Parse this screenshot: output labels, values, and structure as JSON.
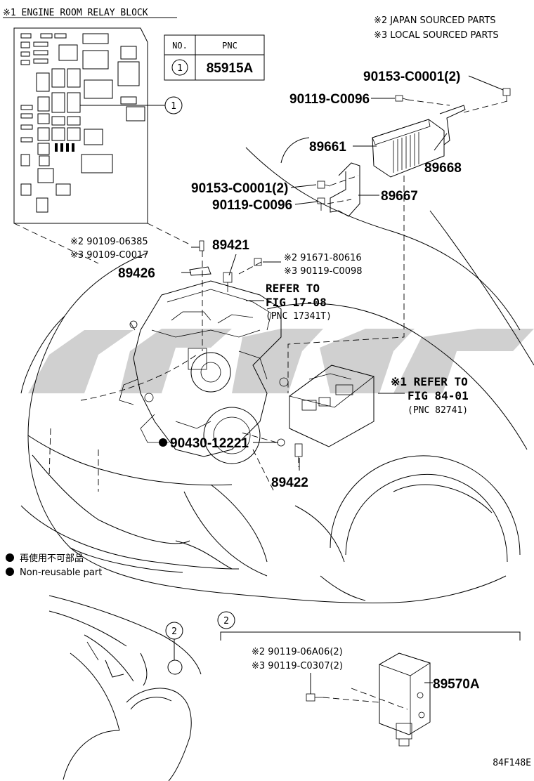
{
  "relay_block": {
    "title": "※1 ENGINE ROOM RELAY BLOCK",
    "table": {
      "col_no": "NO.",
      "col_pnc": "PNC",
      "row_no": "1",
      "row_pnc": "85915A"
    },
    "callout_no": "1"
  },
  "legend_sources": {
    "japan": "※2 JAPAN SOURCED PARTS",
    "local": "※3 LOCAL SOURCED PARTS"
  },
  "parts": {
    "p90153_top": "90153-C0001(2)",
    "p90119_top": "90119-C0096",
    "p89661": "89661",
    "p89668": "89668",
    "p90153_mid": "90153-C0001(2)",
    "p89667": "89667",
    "p90119_mid": "90119-C0096",
    "p90109_a": "※2 90109-06385",
    "p90109_b": "※3 90109-C0017",
    "p89421": "89421",
    "p89426": "89426",
    "p91671": "※2 91671-80616",
    "p90119_c0098": "※3 90119-C0098",
    "refer_17": {
      "l1": "REFER TO",
      "l2": "FIG 17-08",
      "l3": "(PNC 17341T)"
    },
    "refer_84": {
      "l1": "※1 REFER TO",
      "l2": "FIG 84-01",
      "l3": "(PNC 82741)"
    },
    "p90430": "90430-12221",
    "p89422": "89422"
  },
  "legend_nonreusable": {
    "jp": "再使用不可部品",
    "en": "Non-reusable part"
  },
  "detail2": {
    "callout_no": "2",
    "p90119_06a06": "※2 90119-06A06(2)",
    "p90119_c0307": "※3 90119-C0307(2)",
    "p89570a": "89570A"
  },
  "figure_code": "84F148E"
}
